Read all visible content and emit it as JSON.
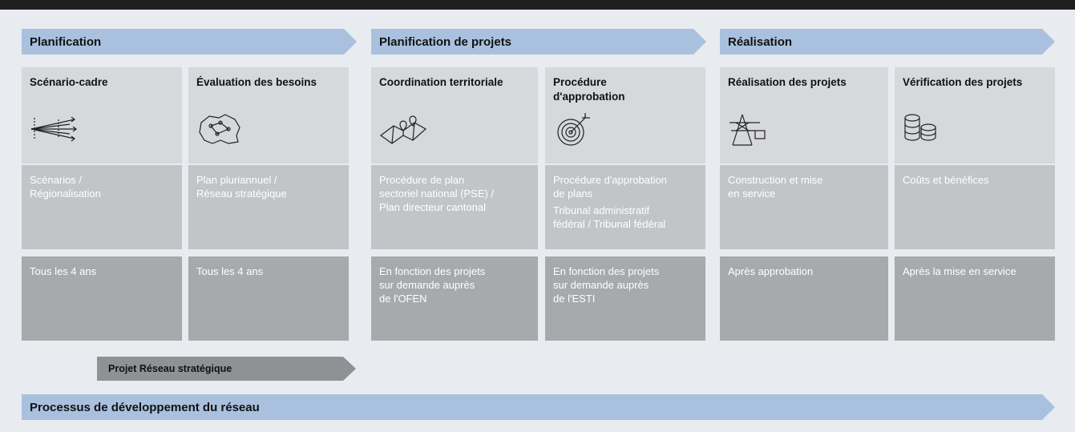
{
  "phases": [
    "Planification",
    "Planification de projets",
    "Réalisation"
  ],
  "steps": [
    {
      "title": "Scénario-cadre",
      "icon": "scenario-arrows-icon",
      "mid": [
        "Scénarios /",
        "Régionalisation"
      ],
      "mid2": [],
      "low": [
        "Tous les 4 ans"
      ]
    },
    {
      "title": "Évaluation des besoins",
      "icon": "network-map-icon",
      "mid": [
        "Plan pluriannuel /",
        "Réseau stratégique"
      ],
      "mid2": [],
      "low": [
        "Tous les 4 ans"
      ]
    },
    {
      "title": "Coordination territoriale",
      "icon": "map-pins-icon",
      "mid": [
        "Procédure de plan",
        "sectoriel national (PSE) /",
        "Plan directeur cantonal"
      ],
      "mid2": [],
      "low": [
        "En fonction des projets",
        "sur demande auprès",
        "de l'OFEN"
      ]
    },
    {
      "title": "Procédure d'approbation",
      "icon": "target-icon",
      "mid": [
        "Procédure d'approbation",
        "de plans"
      ],
      "mid2": [
        "Tribunal administratif",
        "fédéral / Tribunal fédéral"
      ],
      "low": [
        "En fonction des projets",
        "sur demande auprès",
        "de l'ESTI"
      ]
    },
    {
      "title": "Réalisation des projets",
      "icon": "pylon-icon",
      "mid": [
        "Construction et mise",
        "en service"
      ],
      "mid2": [],
      "low": [
        "Après approbation"
      ]
    },
    {
      "title": "Vérification des projets",
      "icon": "coins-icon",
      "mid": [
        "Coûts et bénéfices"
      ],
      "mid2": [],
      "low": [
        "Après la mise en service"
      ]
    }
  ],
  "project_arrow": "Projet Réseau stratégique",
  "process_arrow": "Processus de développement du réseau"
}
